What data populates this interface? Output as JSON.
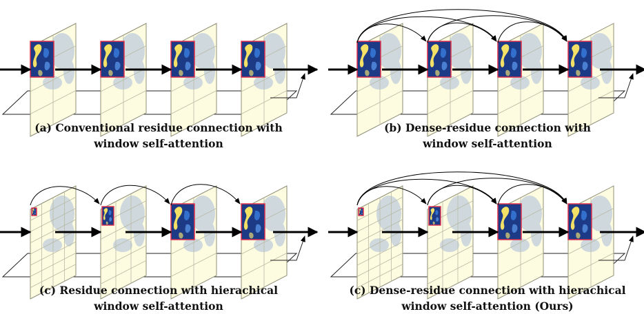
{
  "colors": {
    "plane_fill": "#fdfbe0",
    "plane_stroke": "#8f8f78",
    "grid_line": "#b9b9a4",
    "frame_red": "#e0304a",
    "patch_navy": "#1c3a86",
    "patch_yellow": "#f3e066",
    "haze_blue": "#a8bddc",
    "arrow": "#000000"
  },
  "panels": [
    {
      "id": "a",
      "connection": "conventional-residue",
      "attention": "window",
      "caption_lines": [
        "(a) Conventional residue connection with",
        "window self-attention"
      ],
      "skip_arcs": []
    },
    {
      "id": "b",
      "connection": "dense-residue",
      "attention": "window",
      "caption_lines": [
        "(b) Dense-residue connection with",
        "window self-attention"
      ],
      "skip_arcs": [
        [
          0,
          1
        ],
        [
          0,
          2
        ],
        [
          0,
          3
        ],
        [
          1,
          2
        ],
        [
          1,
          3
        ],
        [
          2,
          3
        ]
      ]
    },
    {
      "id": "c",
      "connection": "residue",
      "attention": "hierachical-window",
      "caption_lines": [
        "(c) Residue connection with hierachical",
        "window self-attention"
      ],
      "skip_arcs": [
        [
          0,
          1
        ],
        [
          1,
          2
        ],
        [
          2,
          3
        ]
      ]
    },
    {
      "id": "d",
      "connection": "dense-residue",
      "attention": "hierachical-window",
      "caption_lines": [
        "(c) Dense-residue connection with hierachical",
        "window self-attention  (Ours)"
      ],
      "skip_arcs": [
        [
          0,
          1
        ],
        [
          0,
          2
        ],
        [
          0,
          3
        ],
        [
          1,
          2
        ],
        [
          1,
          3
        ],
        [
          2,
          3
        ]
      ]
    }
  ]
}
